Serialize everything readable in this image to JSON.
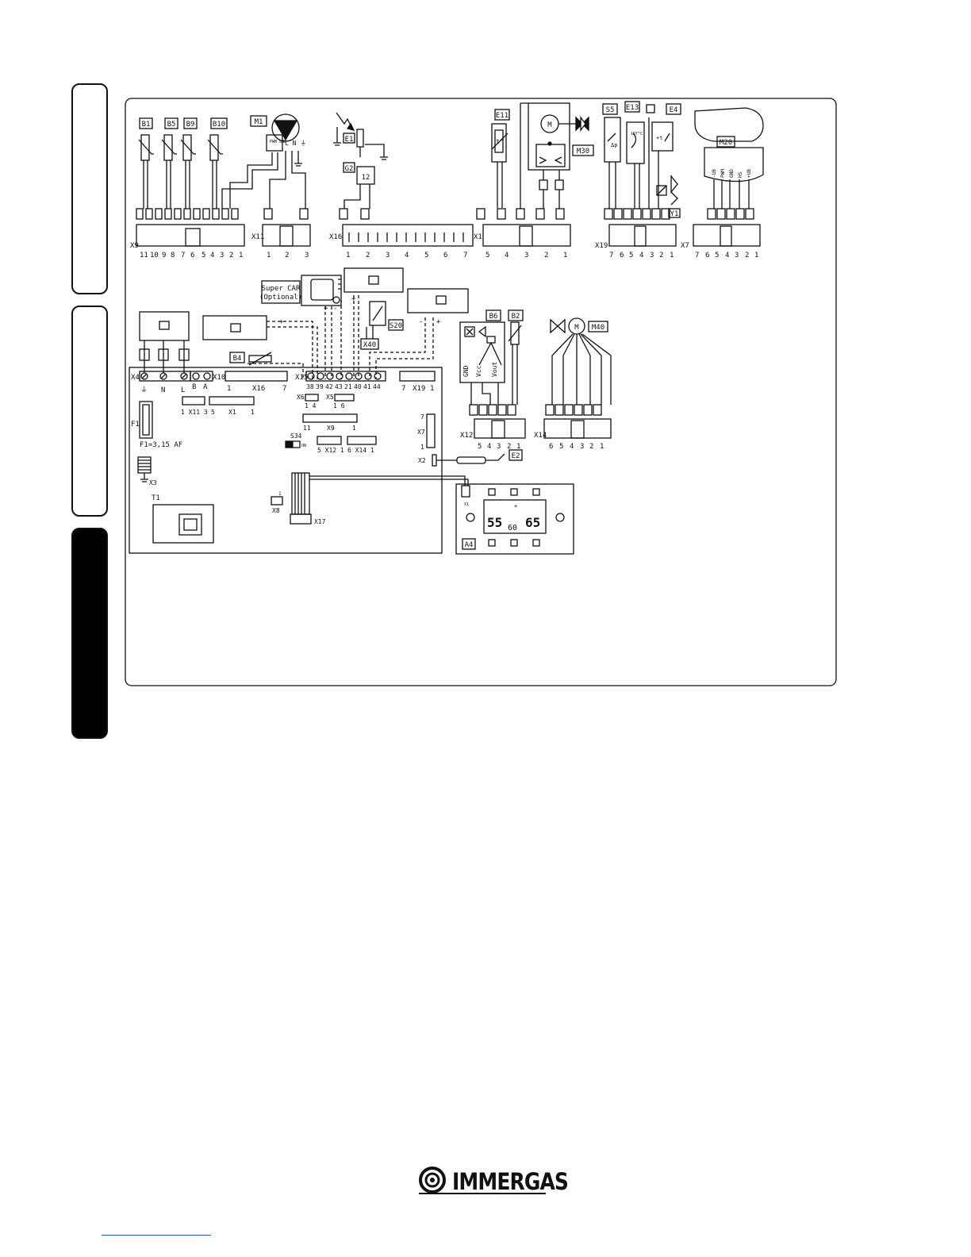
{
  "tags": {
    "B1": "B1",
    "B5": "B5",
    "B9": "B9",
    "B10": "B10",
    "M1": "M1",
    "E1": "E1",
    "G2": "G2",
    "E11": "E11",
    "M30": "M30",
    "S5": "S5",
    "E13": "E13",
    "E4": "E4",
    "Y1": "Y1",
    "M20": "M20",
    "S20": "S20",
    "X40": "X40",
    "B4": "B4",
    "B6": "B6",
    "B2": "B2",
    "M40": "M40",
    "E2": "E2",
    "A4": "A4"
  },
  "connectors": {
    "X9": "X9",
    "X11": "X11",
    "X16": "X16",
    "X1": "X1",
    "X19": "X19",
    "X7": "X7",
    "X12": "X12",
    "X14": "X14",
    "X4": "X4",
    "X10": "X10",
    "X15": "X15",
    "X6": "X6",
    "X5": "X5",
    "X2": "X2",
    "X3": "X3",
    "X8": "X8",
    "X17": "X17",
    "T1": "T1",
    "F1": "F1",
    "S34": "S34"
  },
  "pins": {
    "x9": [
      "11",
      "10",
      "9",
      "8",
      "7",
      "6",
      "5",
      "4",
      "3",
      "2",
      "1"
    ],
    "x11": [
      "1",
      "2",
      "3"
    ],
    "x16": [
      "1",
      "2",
      "3",
      "4",
      "5",
      "6",
      "7"
    ],
    "x1": [
      "5",
      "4",
      "3",
      "2",
      "1"
    ],
    "x19": [
      "7",
      "6",
      "5",
      "4",
      "3",
      "2",
      "1"
    ],
    "x7": [
      "7",
      "6",
      "5",
      "4",
      "3",
      "2",
      "1"
    ],
    "x12": [
      "5",
      "4",
      "3",
      "2",
      "1"
    ],
    "x14": [
      "6",
      "5",
      "4",
      "3",
      "2",
      "1"
    ],
    "x15": [
      "38",
      "39",
      "42",
      "43",
      "21",
      "40",
      "41",
      "44"
    ],
    "x4": [
      "⏚",
      "N",
      "L"
    ],
    "x10": [
      "B",
      "A"
    ]
  },
  "board_labels": {
    "x16_range_start": "1",
    "x16_range_end": "7",
    "x19_range_start": "7",
    "x19_range_end": "1",
    "x6_pins": "1  4",
    "x5_pins": "1     6",
    "x11_pins": "1 X11 3",
    "x1_pins_a": "5",
    "x1_pins_b": "X1",
    "x1_pins_c": "1",
    "x9_left": "11",
    "x9_right": "1",
    "x12_pins": "5 X12 1",
    "x14_pins": "6 X14 1",
    "x7_top": "7",
    "x7_bottom": "1",
    "x8_top": "1",
    "s34_on": "ON",
    "x2_label": "X2"
  },
  "fuse_label": "F1=3,15 AF",
  "motor_labels": {
    "m1_pins": "L N ⏚",
    "m30_symbol": "M",
    "m40_symbol": "M",
    "m20_pins": [
      "-UB",
      "PWM",
      "GND",
      "HS",
      "+UB"
    ],
    "e11_symbol": "t°",
    "e4_symbol": "+t",
    "s5_symbol": "Δp",
    "e13_symbol": "107°C",
    "g2_value": "12",
    "m1_label_stack": "PWM GND"
  },
  "b6_labels": {
    "gnd": "GND",
    "vcc": "Vcc",
    "vout": "Vout"
  },
  "polarity": {
    "plus": "+",
    "minus": "-"
  },
  "super_car": {
    "line1": "Super CAR",
    "line2": "(Optional)"
  },
  "display": {
    "left_value": "55",
    "right_value": "65",
    "mid_value": "60",
    "x1_label": "X1"
  },
  "brand": {
    "name": "IMMERGAS"
  }
}
